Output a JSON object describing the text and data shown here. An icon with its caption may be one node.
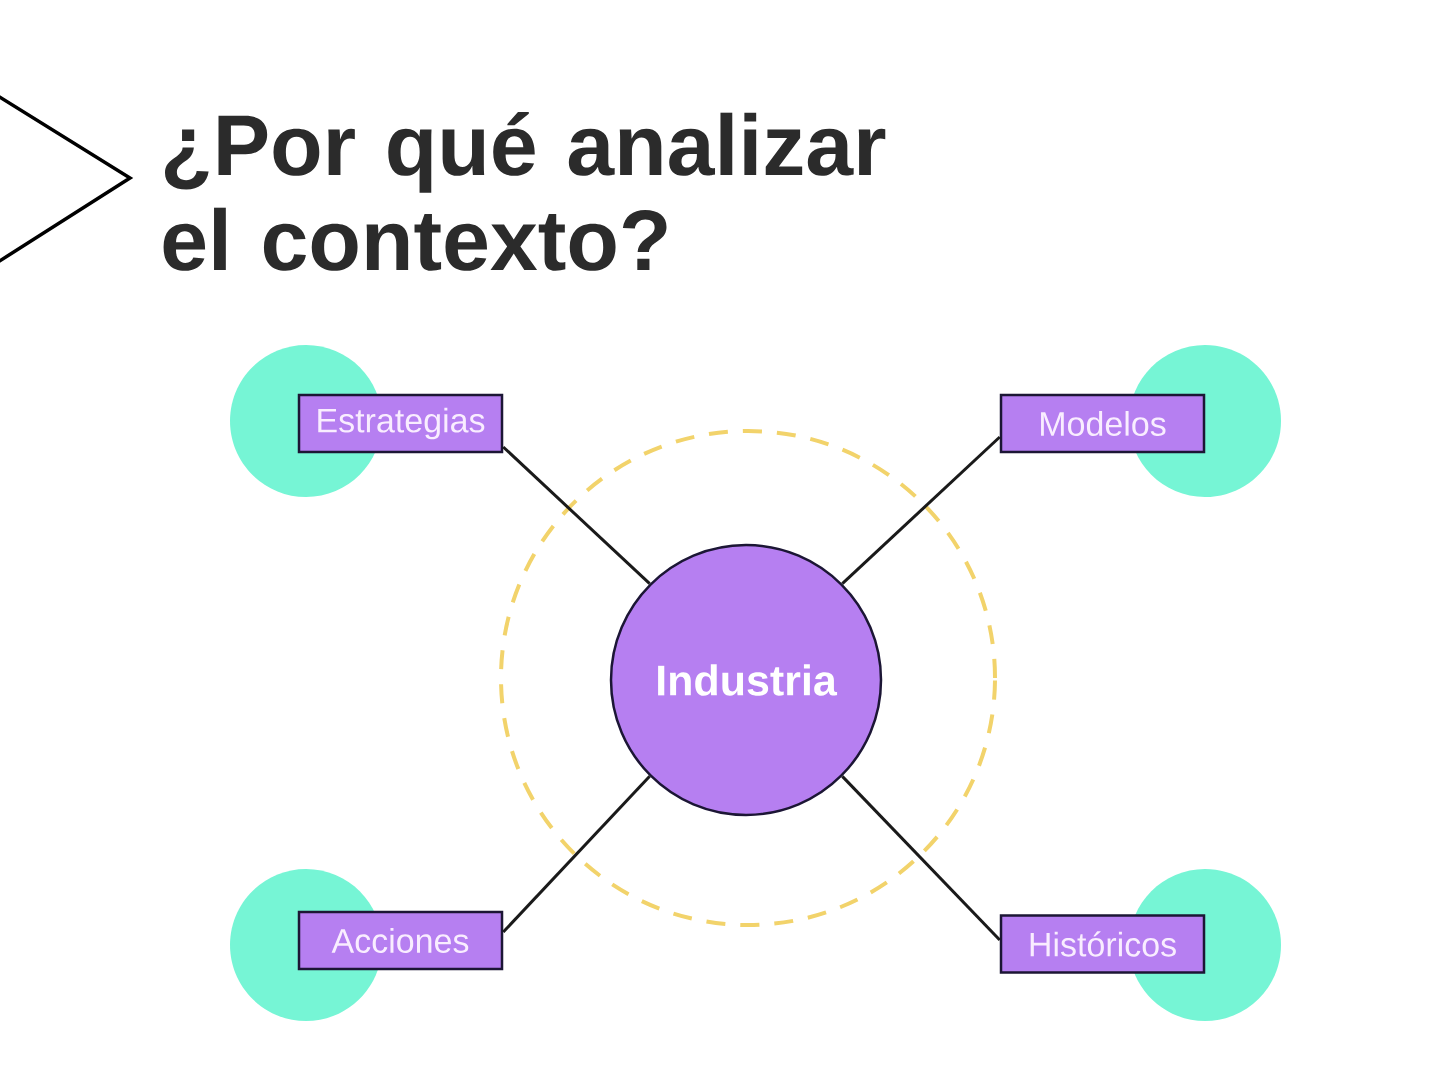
{
  "diagram": {
    "title": "¿Por qué analizar el contexto?",
    "nodes": [
      {
        "text": [
          "Estrategias"
        ]
      },
      {
        "text": [
          "Modelos"
        ]
      },
      {
        "text": [
          "Industria"
        ]
      },
      {
        "text": [
          "Acciones"
        ]
      },
      {
        "text": [
          "Históricos"
        ]
      }
    ],
    "edges": [
      {
        "from": 2,
        "to": 0,
        "arrow": "none"
      },
      {
        "from": 2,
        "to": 1,
        "arrow": "none"
      },
      {
        "from": 2,
        "to": 3,
        "arrow": "none"
      },
      {
        "from": 2,
        "to": 4,
        "arrow": "none"
      }
    ]
  }
}
